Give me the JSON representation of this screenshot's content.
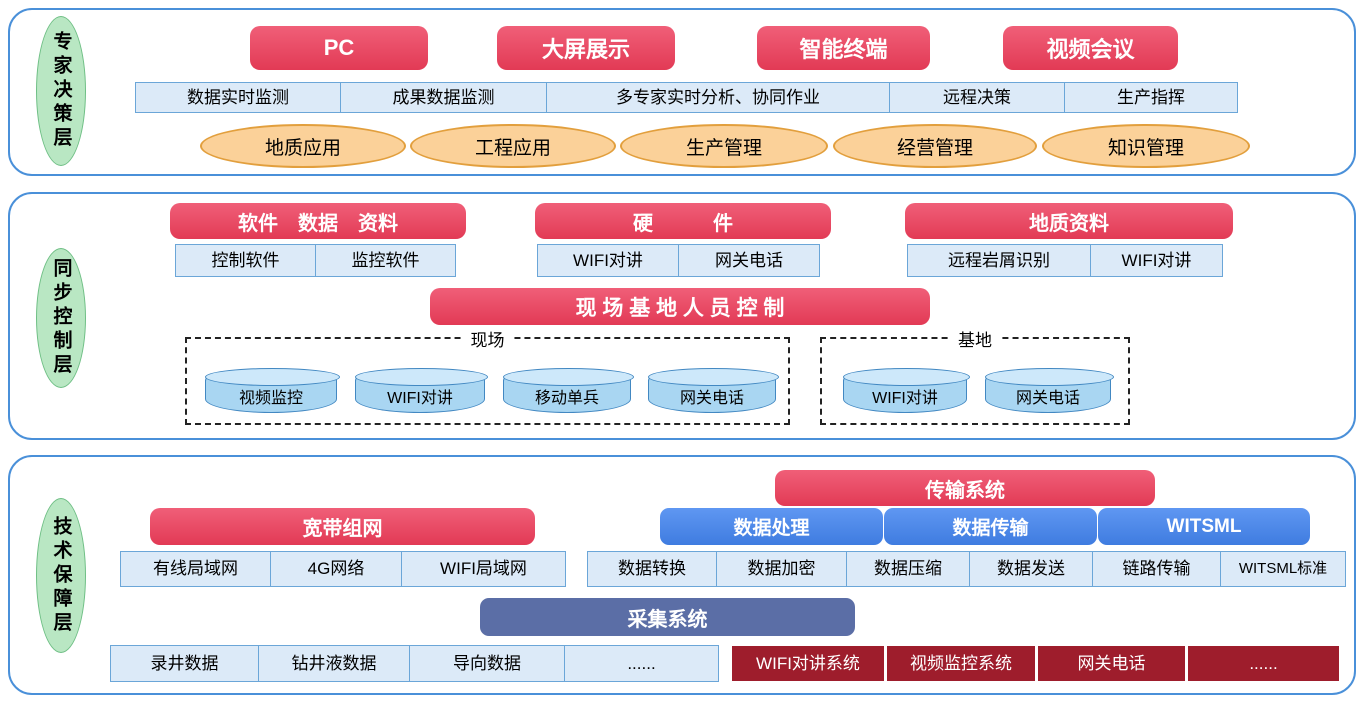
{
  "colors": {
    "section_border": "#4a90d9",
    "red_button": "#e8465f",
    "light_blue_box": "#dceaf8",
    "orange_ellipse": "#fbd199",
    "green_ellipse": "#b9e7c3",
    "blue_button": "#4a87e8",
    "slate_button": "#5b6ea6",
    "dark_red_box": "#9e1d2c",
    "cylinder": "#a9d6f2"
  },
  "expert_layer": {
    "label": "专家决策层",
    "terminals": [
      "PC",
      "大屏展示",
      "智能终端",
      "视频会议"
    ],
    "functions": [
      "数据实时监测",
      "成果数据监测",
      "多专家实时分析、协同作业",
      "远程决策",
      "生产指挥"
    ],
    "applications": [
      "地质应用",
      "工程应用",
      "生产管理",
      "经营管理",
      "知识管理"
    ]
  },
  "sync_layer": {
    "label": "同步控制层",
    "group_titles": [
      "软件　数据　资料",
      "硬　　　件",
      "地质资料"
    ],
    "group1_items": [
      "控制软件",
      "监控软件"
    ],
    "group2_items": [
      "WIFI对讲",
      "网关电话"
    ],
    "group3_items": [
      "远程岩屑识别",
      "WIFI对讲"
    ],
    "control_bar": "现 场 基 地 人 员 控 制",
    "site_zone": {
      "label": "现场",
      "devices": [
        "视频监控",
        "WIFI对讲",
        "移动单兵",
        "网关电话"
      ]
    },
    "base_zone": {
      "label": "基地",
      "devices": [
        "WIFI对讲",
        "网关电话"
      ]
    }
  },
  "tech_layer": {
    "label": "技术保障层",
    "transmission_title": "传输系统",
    "broadband_title": "宽带组网",
    "processing_headers": [
      "数据处理",
      "数据传输",
      "WITSML"
    ],
    "network_items": [
      "有线局域网",
      "4G网络",
      "WIFI局域网"
    ],
    "data_items": [
      "数据转换",
      "数据加密",
      "数据压缩",
      "数据发送",
      "链路传输",
      "WITSML标准"
    ],
    "collection_title": "采集系统",
    "source_items": [
      "录井数据",
      "钻井液数据",
      "导向数据",
      "......"
    ],
    "system_items": [
      "WIFI对讲系统",
      "视频监控系统",
      "网关电话",
      "......"
    ]
  }
}
